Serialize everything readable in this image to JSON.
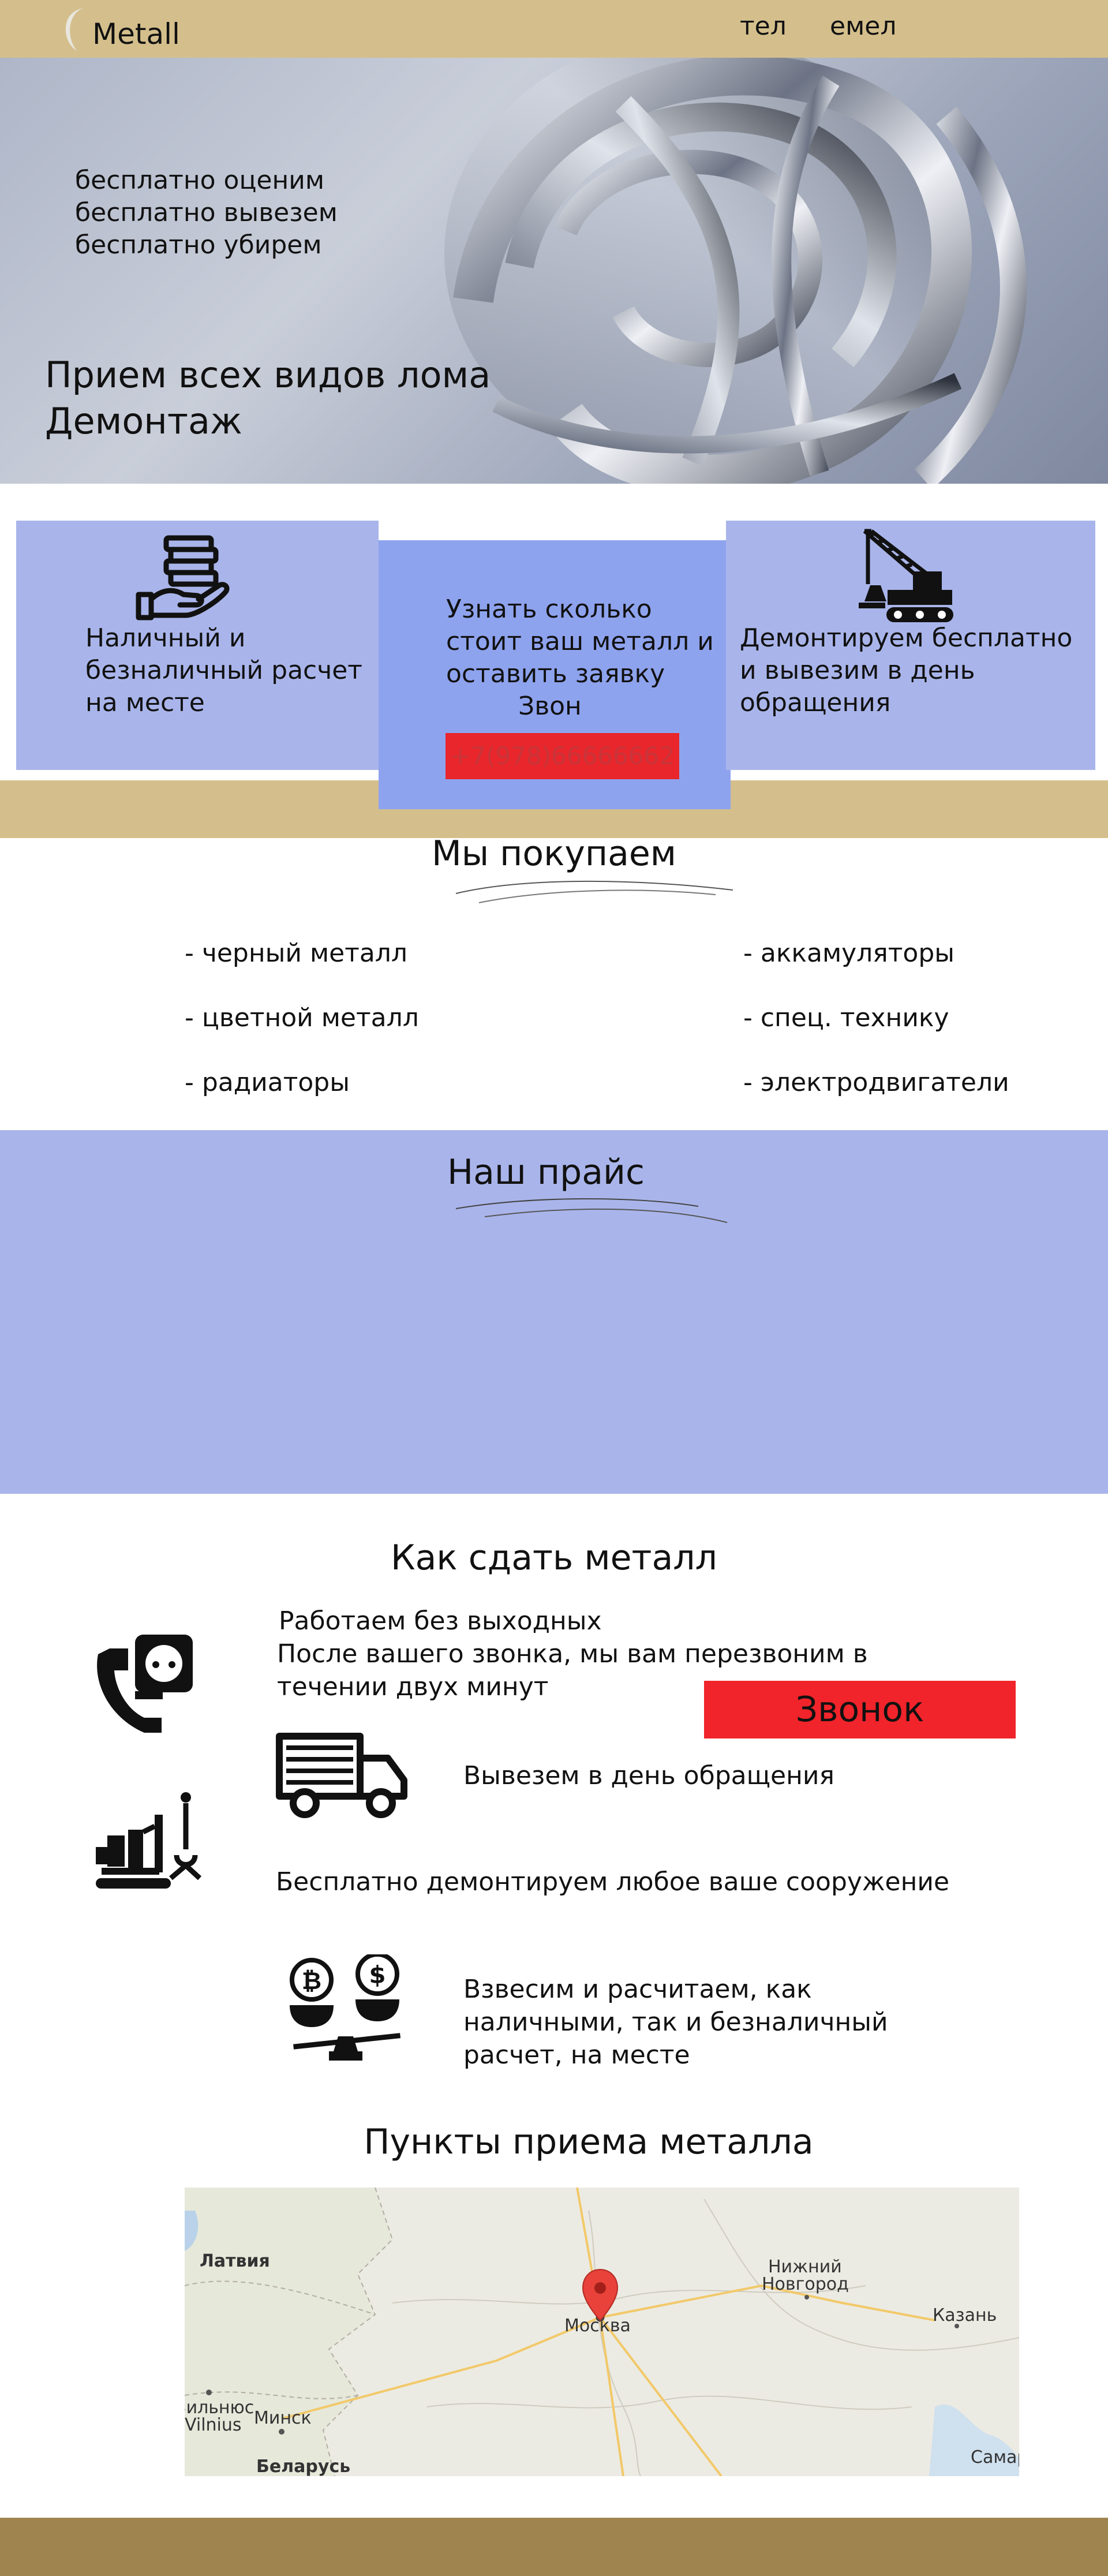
{
  "header": {
    "logo_text": "Metall",
    "nav": [
      "тел",
      "емел"
    ]
  },
  "hero": {
    "tagline": [
      "бесплатно оценим",
      "бесплатно вывезем",
      "бесплатно убирем"
    ],
    "title_lines": [
      "Прием всех видов лома",
      "Демонтаж"
    ]
  },
  "features": {
    "left": [
      "Наличный и",
      "безналичный  расчет",
      "на месте"
    ],
    "center": [
      "Узнать сколько",
      "стоит ваш металл и",
      "оставить заявку",
      "Звон"
    ],
    "phone": "+7(978)66666662",
    "right": [
      "Демонтируем бесплатно",
      "и вывезим в день",
      "обращения"
    ]
  },
  "we_buy": {
    "title": "Мы покупаем",
    "left": [
      "- черный металл",
      "- цветной металл",
      "- радиаторы"
    ],
    "right": [
      "- аккамуляторы",
      "- спец. технику",
      "- электродвигатели"
    ]
  },
  "price": {
    "title": "Наш прайс"
  },
  "how": {
    "title": "Как сдать металл",
    "step1": [
      "Работаем без выходных",
      "После вашего звонка, мы вам перезвоним в",
      "течении двух минут"
    ],
    "call_button": "Звонок",
    "step2": "Вывезем в день обращения",
    "step3": "Бесплатно демонтируем любое ваше сооружение",
    "step4": [
      "Взвесим и расчитаем, как",
      "наличными, так и безналичный",
      "расчет, на месте"
    ]
  },
  "points": {
    "title": "Пункты приема металла",
    "map_labels": [
      "Латвия",
      "Москва",
      "Нижний",
      "Новгород",
      "Казань",
      "Минск",
      "Вильнюс",
      "Vilnius",
      "Беларусь",
      "Самар"
    ]
  },
  "colors": {
    "header": "#d4bf8c",
    "card": "#a9b5ea",
    "accent_red": "#f0242a",
    "footer": "#a08450"
  }
}
